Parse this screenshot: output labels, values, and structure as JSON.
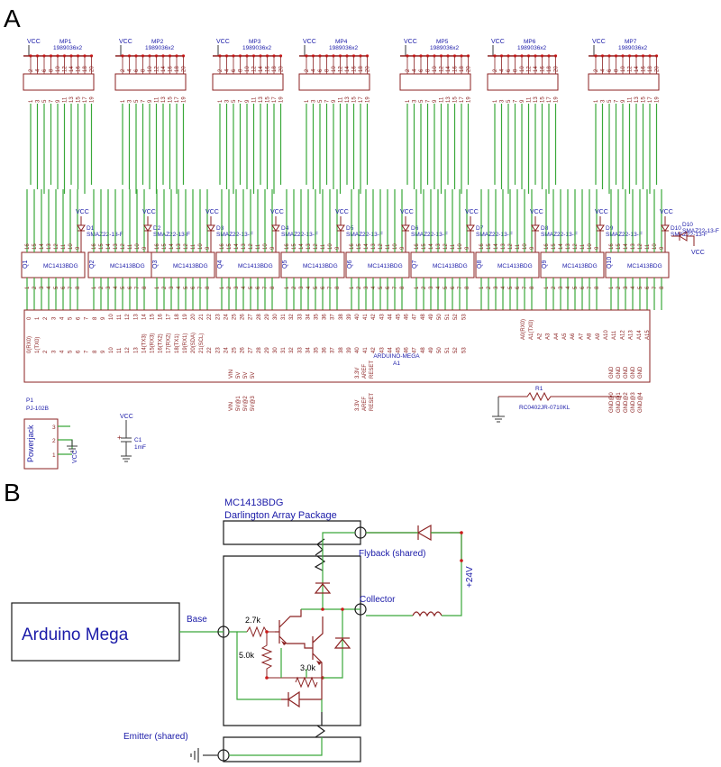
{
  "panels": {
    "a": "A",
    "b": "B"
  },
  "panel_a": {
    "vcc_label": "VCC",
    "connectors": [
      {
        "ref": "MP1",
        "value": "1989036x2"
      },
      {
        "ref": "MP2",
        "value": "1989036x2"
      },
      {
        "ref": "MP3",
        "value": "1989036x2"
      },
      {
        "ref": "MP4",
        "value": "1989036x2"
      },
      {
        "ref": "MP5",
        "value": "1989036x2"
      },
      {
        "ref": "MP6",
        "value": "1989036x2"
      },
      {
        "ref": "MP7",
        "value": "1989036x2"
      }
    ],
    "connector_top_pins": [
      "2",
      "4",
      "6",
      "8",
      "10",
      "12",
      "14",
      "16",
      "18",
      "20"
    ],
    "connector_bottom_pins": [
      "1",
      "3",
      "5",
      "7",
      "9",
      "11",
      "13",
      "15",
      "17",
      "19"
    ],
    "diodes": [
      {
        "ref": "D1",
        "value": "SMAZ22-13-F"
      },
      {
        "ref": "D2",
        "value": "SMAZ22-13-F"
      },
      {
        "ref": "D3",
        "value": "SMAZ22-13-F"
      },
      {
        "ref": "D4",
        "value": "SMAZ22-13-F"
      },
      {
        "ref": "D5",
        "value": "SMAZ22-13-F"
      },
      {
        "ref": "D6",
        "value": "SMAZ22-13-F"
      },
      {
        "ref": "D7",
        "value": "SMAZ22-13-F"
      },
      {
        "ref": "D8",
        "value": "SMAZ22-13-F"
      },
      {
        "ref": "D9",
        "value": "SMAZ22-13-F"
      },
      {
        "ref": "D10",
        "value": "SMAZ22-13-F"
      }
    ],
    "drivers": [
      {
        "ref": "Q1",
        "value": "MC1413BDG"
      },
      {
        "ref": "Q2",
        "value": "MC1413BDG"
      },
      {
        "ref": "Q3",
        "value": "MC1413BDG"
      },
      {
        "ref": "Q4",
        "value": "MC1413BDG"
      },
      {
        "ref": "Q5",
        "value": "MC1413BDG"
      },
      {
        "ref": "Q6",
        "value": "MC1413BDG"
      },
      {
        "ref": "Q7",
        "value": "MC1413BDG"
      },
      {
        "ref": "Q8",
        "value": "MC1413BDG"
      },
      {
        "ref": "Q9",
        "value": "MC1413BDG"
      },
      {
        "ref": "Q10",
        "value": "MC1413BDG"
      }
    ],
    "driver_top_pins": [
      "16",
      "15",
      "14",
      "13",
      "12",
      "11",
      "10",
      "9"
    ],
    "driver_bottom_pins": [
      "1",
      "2",
      "3",
      "4",
      "5",
      "6",
      "7",
      "8"
    ],
    "arduino": {
      "name": "ARDUINO-MEGA",
      "ref": "A1",
      "digital_pin_numbers": [
        "0",
        "1",
        "2",
        "3",
        "4",
        "5",
        "6",
        "7",
        "8",
        "9",
        "10",
        "11",
        "12",
        "13",
        "14",
        "15",
        "16",
        "17",
        "18",
        "19",
        "20",
        "21",
        "22",
        "23",
        "24",
        "25",
        "26",
        "27",
        "28",
        "29",
        "30",
        "31",
        "32",
        "33",
        "34",
        "35",
        "36",
        "37",
        "38",
        "39",
        "40",
        "41",
        "42",
        "43",
        "44",
        "45",
        "46",
        "47",
        "48",
        "49",
        "50",
        "51",
        "52",
        "53"
      ],
      "pin_labels_left": [
        "0(RX0)",
        "1(TX0)",
        "2",
        "3",
        "4",
        "5",
        "6",
        "7",
        "8",
        "9",
        "10",
        "11",
        "12",
        "13",
        "14(TX3)",
        "15(RX3)",
        "16(TX2)",
        "17(RX2)",
        "18(TX1)",
        "19(RX1)",
        "20(SDA)",
        "21(SCL)",
        "22",
        "23",
        "24",
        "25",
        "26",
        "27",
        "28",
        "29",
        "30",
        "31",
        "32",
        "33",
        "34",
        "35",
        "36",
        "37",
        "38",
        "39",
        "40",
        "41",
        "42",
        "43",
        "44",
        "45",
        "46",
        "47",
        "48",
        "49",
        "50",
        "51",
        "52",
        "53"
      ],
      "analog_labels": [
        "A0(RX0)",
        "A1(TX0)",
        "A2",
        "A3",
        "A4",
        "A5",
        "A6",
        "A7",
        "A8",
        "A9",
        "A10",
        "A11",
        "A12",
        "A13",
        "A14",
        "A15"
      ],
      "power_pins": [
        "VIN",
        "5V@1",
        "5V@2",
        "5V@3"
      ],
      "power_labels": [
        "VIN",
        "5V",
        "5V",
        "5V"
      ],
      "ref_pins": [
        "3.3V",
        "AREF",
        "RESET"
      ],
      "gnd_pins": [
        "GND@0",
        "GND@1",
        "GND@2",
        "GND@3",
        "GND@4"
      ],
      "gnd_labels": [
        "GND",
        "GND",
        "GND",
        "GND",
        "GND"
      ]
    },
    "resistor": {
      "ref": "R1",
      "value": "RC0402JR-0710KL"
    },
    "power_jack": {
      "ref": "P1",
      "value": "PJ-102B",
      "name": "Powerjack",
      "pins": [
        "3",
        "2",
        "1"
      ]
    },
    "capacitor": {
      "ref": "C1",
      "value": "1mF",
      "polarity": "+"
    }
  },
  "panel_b": {
    "chip_name": "MC1413BDG",
    "chip_desc": "Darlington Array Package",
    "arduino_label": "Arduino Mega",
    "base_label": "Base",
    "flyback_label": "Flyback (shared)",
    "collector_label": "Collector",
    "emitter_label": "Emitter (shared)",
    "supply_label": "+24V",
    "r1_label": "2.7k",
    "r2_label": "5.0k",
    "r3_label": "3.0k"
  }
}
